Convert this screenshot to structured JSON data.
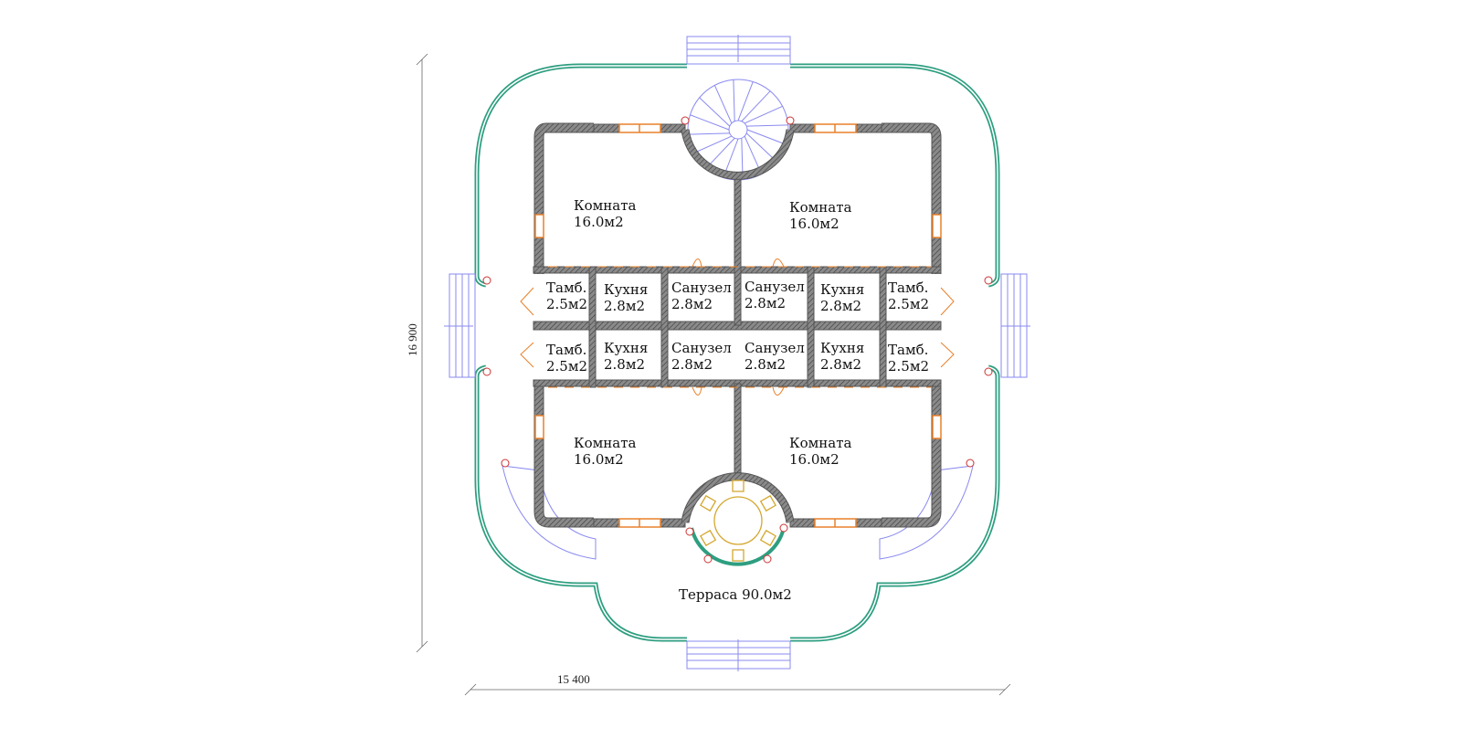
{
  "plan": {
    "dimensions": {
      "width_label": "15 400",
      "height_label": "16 900"
    },
    "rooms": [
      {
        "id": "room-nw",
        "name": "Комната",
        "area": "16.0м2"
      },
      {
        "id": "room-ne",
        "name": "Комната",
        "area": "16.0м2"
      },
      {
        "id": "room-sw",
        "name": "Комната",
        "area": "16.0м2"
      },
      {
        "id": "room-se",
        "name": "Комната",
        "area": "16.0м2"
      },
      {
        "id": "tamb-1",
        "name": "Тамб.",
        "area": "2.5м2"
      },
      {
        "id": "kitchen-1",
        "name": "Кухня",
        "area": "2.8м2"
      },
      {
        "id": "wc-1",
        "name": "Санузел",
        "area": "2.8м2"
      },
      {
        "id": "wc-2",
        "name": "Санузел",
        "area": "2.8м2"
      },
      {
        "id": "kitchen-2",
        "name": "Кухня",
        "area": "2.8м2"
      },
      {
        "id": "tamb-2",
        "name": "Тамб.",
        "area": "2.5м2"
      },
      {
        "id": "tamb-3",
        "name": "Тамб.",
        "area": "2.5м2"
      },
      {
        "id": "kitchen-3",
        "name": "Кухня",
        "area": "2.8м2"
      },
      {
        "id": "wc-3",
        "name": "Санузел",
        "area": "2.8м2"
      },
      {
        "id": "wc-4",
        "name": "Санузел",
        "area": "2.8м2"
      },
      {
        "id": "kitchen-4",
        "name": "Кухня",
        "area": "2.8м2"
      },
      {
        "id": "tamb-4",
        "name": "Тамб.",
        "area": "2.5м2"
      }
    ],
    "terrace": {
      "label": "Терраса 90.0м2"
    },
    "colors": {
      "wall": "#7a7a7a",
      "wall_hatch": "#3a3a3a",
      "railing": "#2e9e80",
      "stairs": "#8a8af0",
      "window": "#e8802a",
      "furniture": "#d4a830",
      "post": "#cc3333"
    }
  }
}
